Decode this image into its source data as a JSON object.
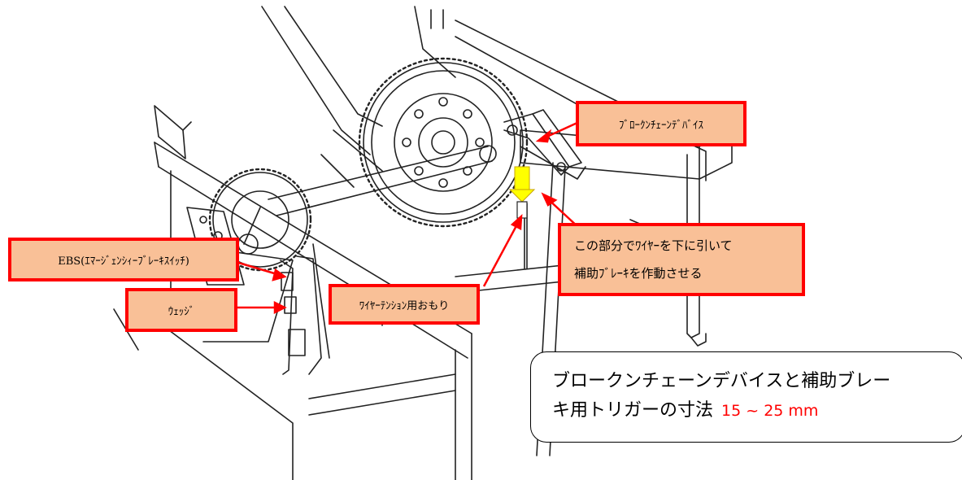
{
  "labels": {
    "broken_chain_device": "ﾌﾞﾛｰｸﾝﾁｪｰﾝﾃﾞﾊﾞｲｽ",
    "pull_wire_line1": "この部分でﾜｲﾔｰを下に引いて",
    "pull_wire_line2": "補助ﾌﾞﾚｰｷを作動させる",
    "ebs": "EBS(ｴﾏｰｼﾞｪﾝｼｨｰﾌﾞﾚｰｷｽｲｯﾁ)",
    "wedge": "ｳｪｯｼﾞ",
    "wire_tension_weight": "ﾜｲﾔｰﾃﾝｼｮﾝ用おもり"
  },
  "note": {
    "line1": "ブロークンチェーンデバイスと補助ブレー",
    "line2": "キ用トリガーの寸法",
    "dimension": "15 ~ 25 mm"
  },
  "colors": {
    "callout_fill": "#f9c097",
    "callout_border": "#ff0000",
    "dimension_text": "#ff0000",
    "highlight_yellow": "#ffff00"
  }
}
